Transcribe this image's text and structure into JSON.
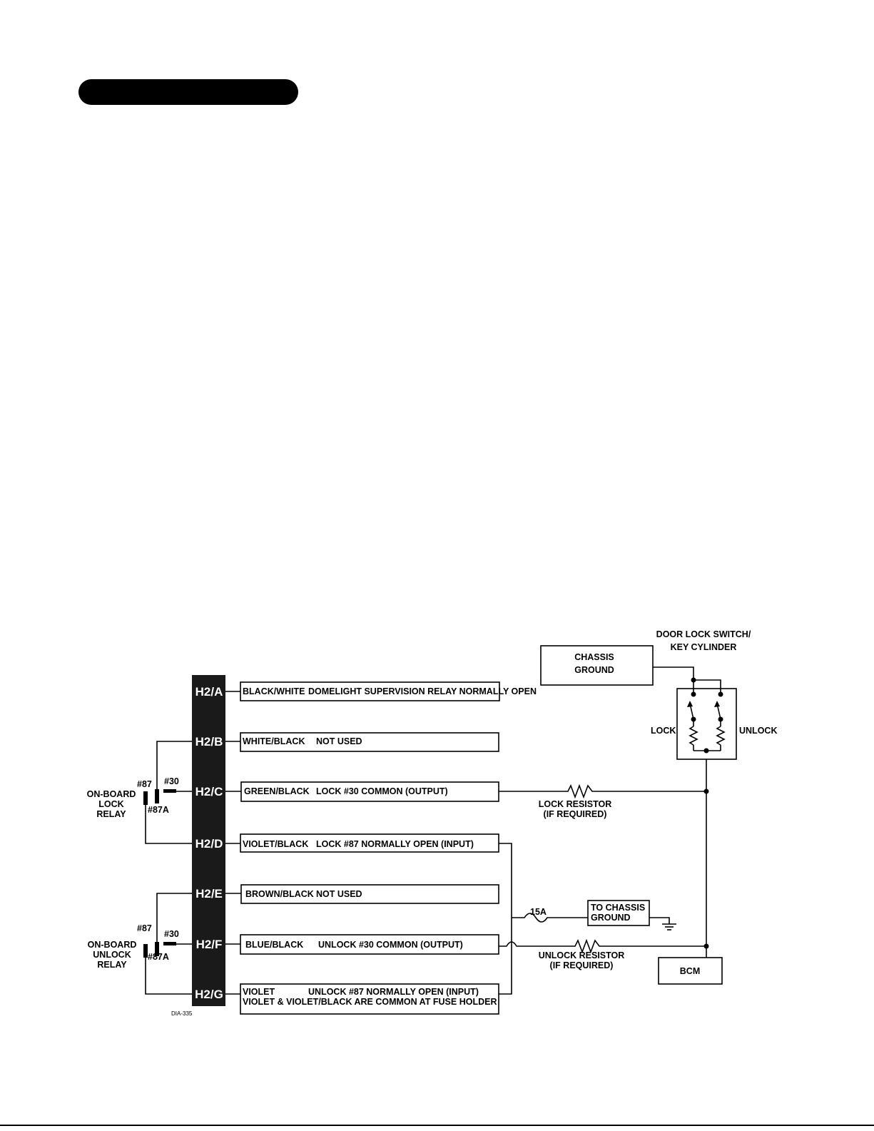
{
  "pins": [
    {
      "id": "H2/A",
      "wire": "BLACK/WHITE",
      "func": "DOMELIGHT SUPERVISION RELAY NORMALLY OPEN"
    },
    {
      "id": "H2/B",
      "wire": "WHITE/BLACK",
      "func": "NOT USED"
    },
    {
      "id": "H2/C",
      "wire": "GREEN/BLACK",
      "func": "LOCK #30 COMMON (OUTPUT)"
    },
    {
      "id": "H2/D",
      "wire": "VIOLET/BLACK",
      "func": "LOCK #87 NORMALLY OPEN (INPUT)"
    },
    {
      "id": "H2/E",
      "wire": "BROWN/BLACK",
      "func": "NOT USED"
    },
    {
      "id": "H2/F",
      "wire": "BLUE/BLACK",
      "func": "UNLOCK #30 COMMON (OUTPUT)"
    },
    {
      "id": "H2/G",
      "wire": "VIOLET",
      "func": "UNLOCK #87 NORMALLY OPEN (INPUT)",
      "note": "VIOLET & VIOLET/BLACK ARE COMMON AT FUSE HOLDER"
    }
  ],
  "relays": {
    "lock": {
      "name_lines": [
        "ON-BOARD",
        "LOCK",
        "RELAY"
      ],
      "t87": "#87",
      "t30": "#30",
      "t87a": "#87A"
    },
    "unlock": {
      "name_lines": [
        "ON-BOARD",
        "UNLOCK",
        "RELAY"
      ],
      "t87": "#87",
      "t30": "#30",
      "t87a": "#87A"
    }
  },
  "chassis_ground": [
    "CHASSIS",
    "GROUND"
  ],
  "door_switch": {
    "title": [
      "DOOR LOCK SWITCH/",
      "KEY CYLINDER"
    ],
    "lock": "LOCK",
    "unlock": "UNLOCK"
  },
  "lock_resistor": [
    "LOCK RESISTOR",
    "(IF REQUIRED)"
  ],
  "unlock_resistor": [
    "UNLOCK RESISTOR",
    "(IF REQUIRED)"
  ],
  "fuse": "15A",
  "to_chassis_ground": [
    "TO CHASSIS",
    "GROUND"
  ],
  "bcm": "BCM",
  "diagram_id": "DIA-335"
}
